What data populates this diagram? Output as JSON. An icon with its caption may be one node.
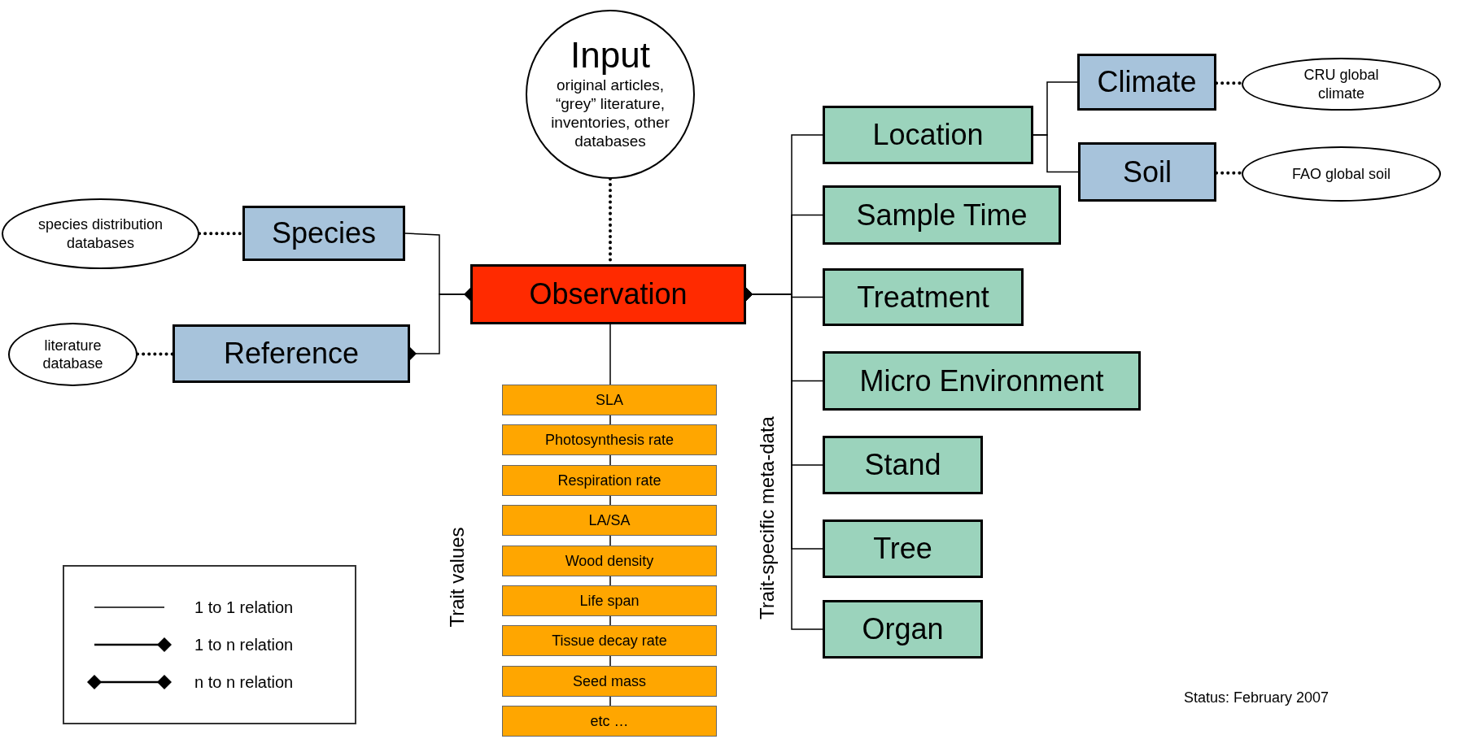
{
  "diagram": {
    "nodes": [
      {
        "text": [
          "Input",
          "original articles, “grey” literature, inventories, other databases"
        ]
      },
      {
        "text": [
          "species distribution databases"
        ]
      },
      {
        "text": [
          "Species"
        ]
      },
      {
        "text": [
          "literature database"
        ]
      },
      {
        "text": [
          "Reference"
        ]
      },
      {
        "text": [
          "Observation"
        ]
      },
      {
        "text": [
          "Climate"
        ]
      },
      {
        "text": [
          "CRU global climate"
        ]
      },
      {
        "text": [
          "Location"
        ]
      },
      {
        "text": [
          "Soil"
        ]
      },
      {
        "text": [
          "FAO global soil"
        ]
      },
      {
        "text": [
          "Sample Time"
        ]
      },
      {
        "text": [
          "Treatment"
        ]
      },
      {
        "text": [
          "Micro Environment"
        ]
      },
      {
        "text": [
          "Stand"
        ]
      },
      {
        "text": [
          "Tree"
        ]
      },
      {
        "text": [
          "Organ"
        ]
      },
      {
        "text": [
          "SLA"
        ]
      },
      {
        "text": [
          "Photosynthesis rate"
        ]
      },
      {
        "text": [
          "Respiration rate"
        ]
      },
      {
        "text": [
          "LA/SA"
        ]
      },
      {
        "text": [
          "Wood density"
        ]
      },
      {
        "text": [
          "Life span"
        ]
      },
      {
        "text": [
          "Tissue decay rate"
        ]
      },
      {
        "text": [
          "Seed mass"
        ]
      },
      {
        "text": [
          "etc …"
        ]
      }
    ],
    "edges": [
      {
        "from": 0,
        "to": 5,
        "arrow": "none",
        "style": "dashed"
      },
      {
        "from": 1,
        "to": 2,
        "arrow": "none",
        "style": "dashed"
      },
      {
        "from": 3,
        "to": 4,
        "arrow": "none",
        "style": "dashed"
      },
      {
        "from": 2,
        "to": 5,
        "arrow": "other"
      },
      {
        "from": 5,
        "to": 4,
        "arrow": "other"
      },
      {
        "from": 8,
        "to": 6,
        "arrow": "none"
      },
      {
        "from": 8,
        "to": 9,
        "arrow": "none"
      },
      {
        "from": 6,
        "to": 7,
        "arrow": "none",
        "style": "dashed"
      },
      {
        "from": 9,
        "to": 10,
        "arrow": "none",
        "style": "dashed"
      },
      {
        "from": 8,
        "to": 5,
        "arrow": "other"
      },
      {
        "from": 11,
        "to": 5,
        "arrow": "other"
      },
      {
        "from": 12,
        "to": 5,
        "arrow": "other"
      },
      {
        "from": 13,
        "to": 5,
        "arrow": "other"
      },
      {
        "from": 14,
        "to": 5,
        "arrow": "other"
      },
      {
        "from": 15,
        "to": 5,
        "arrow": "other"
      },
      {
        "from": 16,
        "to": 5,
        "arrow": "other"
      },
      {
        "from": 5,
        "to": 17,
        "arrow": "none"
      },
      {
        "from": 17,
        "to": 18,
        "arrow": "none"
      },
      {
        "from": 18,
        "to": 19,
        "arrow": "none"
      },
      {
        "from": 19,
        "to": 20,
        "arrow": "none"
      },
      {
        "from": 20,
        "to": 21,
        "arrow": "none"
      },
      {
        "from": 21,
        "to": 22,
        "arrow": "none"
      },
      {
        "from": 22,
        "to": 23,
        "arrow": "none"
      },
      {
        "from": 23,
        "to": 24,
        "arrow": "none"
      },
      {
        "from": 24,
        "to": 25,
        "arrow": "none"
      }
    ],
    "labels": [
      "Trait values",
      "Trait-specific meta-data",
      "Status: February 2007"
    ],
    "legend": [
      {
        "text": "1 to 1 relation"
      },
      {
        "text": "1 to n relation"
      },
      {
        "text": "n to n relation"
      }
    ]
  }
}
